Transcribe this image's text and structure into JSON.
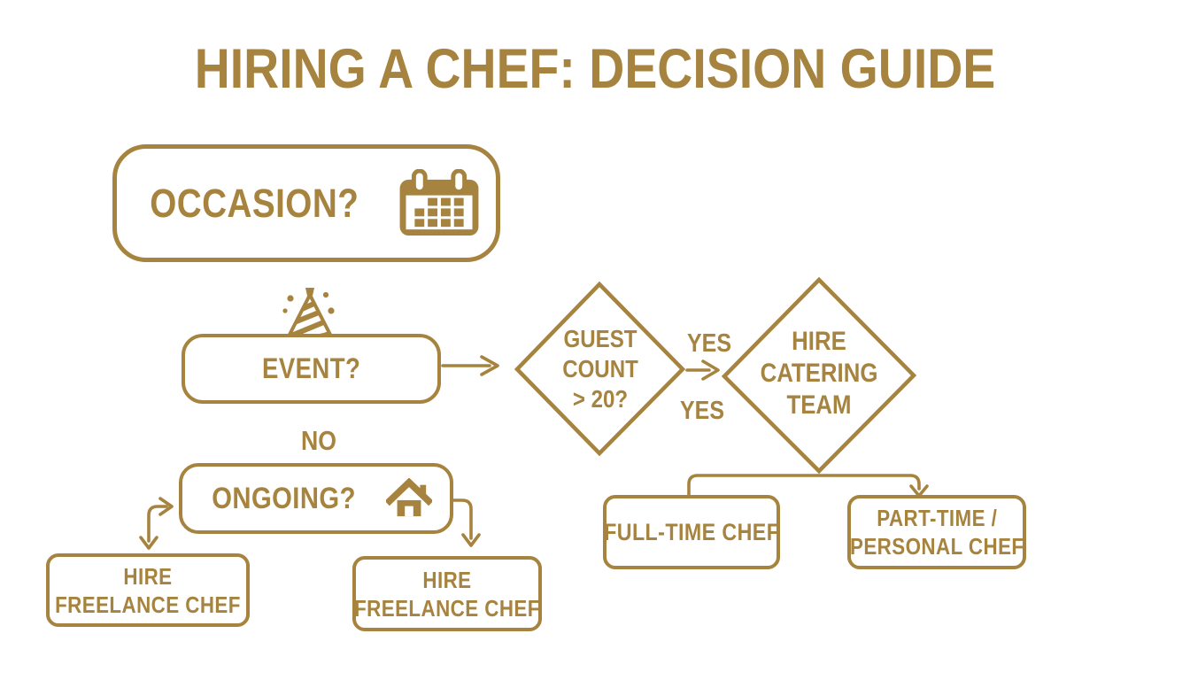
{
  "title": "HIRING A CHEF: DECISION GUIDE",
  "colors": {
    "gold": "#a6833e",
    "background": "#ffffff"
  },
  "flowchart": {
    "occasion": {
      "label": "OCCASION?",
      "icon": "calendar-icon"
    },
    "event": {
      "label": "EVENT?",
      "icon": "party-hat-icon"
    },
    "guest_count": {
      "line1": "GUEST",
      "line2": "COUNT",
      "line3": "> 20?"
    },
    "hire_catering": {
      "line1": "HIRE",
      "line2": "CATERING",
      "line3": "TEAM"
    },
    "ongoing": {
      "label": "ONGOING?",
      "icon": "house-icon"
    },
    "full_time": {
      "label": "FULL-TIME CHEF"
    },
    "part_time": {
      "line1": "PART-TIME /",
      "line2": "PERSONAL CHEF"
    },
    "freelance_left": {
      "line1": "HIRE",
      "line2": "FREELANCE CHEF"
    },
    "freelance_right": {
      "line1": "HIRE",
      "line2": "FREELANCE CHEF"
    }
  },
  "edges": {
    "yes_top": "YES",
    "yes_bottom": "YES",
    "no": "NO"
  }
}
